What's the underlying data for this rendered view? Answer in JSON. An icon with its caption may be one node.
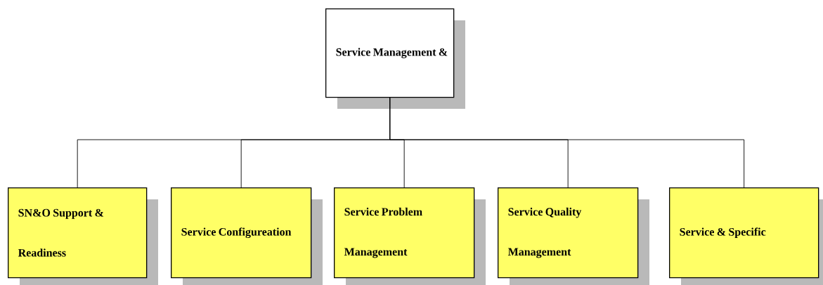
{
  "diagram": {
    "nodes": [
      {
        "text": [
          "Service Management &"
        ]
      },
      {
        "text": [
          "SN&O Support & Readiness"
        ]
      },
      {
        "text": [
          "Service Configureation"
        ]
      },
      {
        "text": [
          "Service Problem Management"
        ]
      },
      {
        "text": [
          "Service Quality Management"
        ]
      },
      {
        "text": [
          "Service & Specific"
        ]
      }
    ],
    "edges": [
      {
        "from": 0,
        "to": 1,
        "arrow": "none"
      },
      {
        "from": 0,
        "to": 2,
        "arrow": "none"
      },
      {
        "from": 0,
        "to": 3,
        "arrow": "none"
      },
      {
        "from": 0,
        "to": 4,
        "arrow": "none"
      },
      {
        "from": 0,
        "to": 5,
        "arrow": "none"
      }
    ]
  }
}
